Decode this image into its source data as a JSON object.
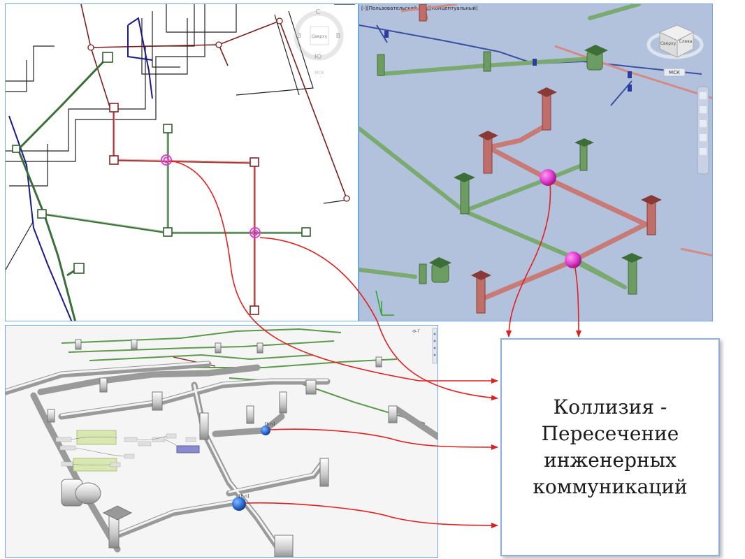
{
  "plan_view": {
    "viewcube": {
      "north": "С",
      "south": "Ю",
      "west": "З",
      "east": "В",
      "face": "Сверху",
      "wcs": "МСК"
    }
  },
  "iso_view": {
    "header": "[-][Пользовательский вид][Концептуальный]",
    "viewcube": {
      "face_left": "Сверху",
      "face_right": "Слева",
      "wcs": "МСК"
    }
  },
  "model_view": {
    "corner_label": "Ф-Г",
    "clash_tag_1": "[h.n]",
    "clash_tag_2": "[h.n]"
  },
  "callout": {
    "lines": [
      "Коллизия -",
      "Пересечение",
      "инженерных",
      "коммуникаций"
    ]
  },
  "colors": {
    "pipe_red": "#b86a66",
    "pipe_green": "#6e9e68",
    "clash_magenta": "#e040d0",
    "clash_blue": "#3a7ee0",
    "arrow_red": "#e02020",
    "panel_border": "#6fa8dc"
  }
}
